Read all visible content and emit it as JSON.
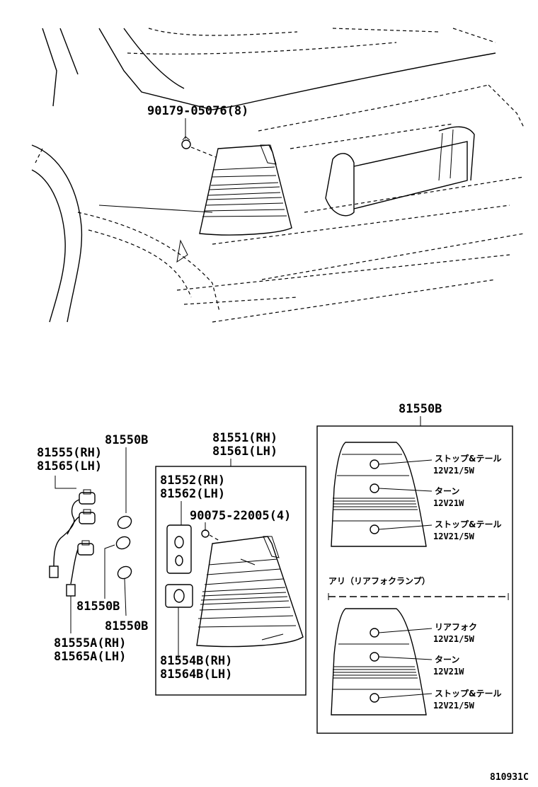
{
  "labels": {
    "nut_top": "90179-05076(8)",
    "assy_header": "81550B",
    "bulb_top": "81550B",
    "socket_rh": "81555(RH)",
    "socket_lh": "81565(LH)",
    "lens_rh": "81551(RH)",
    "lens_lh": "81561(LH)",
    "gasket_rh": "81552(RH)",
    "gasket_lh": "81562(LH)",
    "nut_lens": "90075-22005(4)",
    "bulb_mid": "81550B",
    "bulb_bot": "81550B",
    "wire_rh": "81555A(RH)",
    "wire_lh": "81565A(LH)",
    "pad_rh": "81554B(RH)",
    "pad_lh": "81564B(LH)",
    "ref": "810931C"
  },
  "spec_upper": {
    "items": [
      {
        "name": "ストップ&テール",
        "spec": "12V21/5W"
      },
      {
        "name": "ターン",
        "spec": "12V21W"
      },
      {
        "name": "ストップ&テール",
        "spec": "12V21/5W"
      }
    ]
  },
  "spec_lower": {
    "caption": "アリ（リアフォクランプ）",
    "items": [
      {
        "name": "リアフォク",
        "spec": "12V21/5W"
      },
      {
        "name": "ターン",
        "spec": "12V21W"
      },
      {
        "name": "ストップ&テール",
        "spec": "12V21/5W"
      }
    ]
  }
}
